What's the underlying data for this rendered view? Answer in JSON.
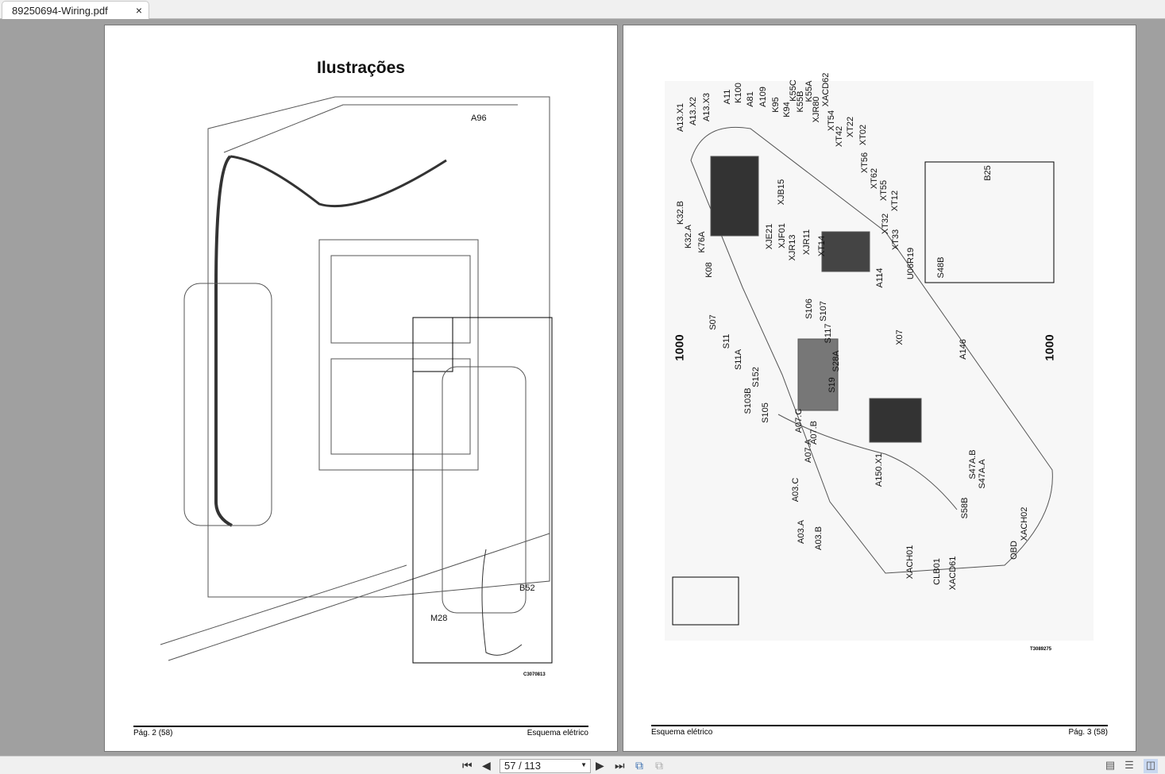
{
  "tab": {
    "title": "89250694-Wiring.pdf",
    "close_icon": "×"
  },
  "left_page": {
    "title": "Ilustrações",
    "callouts": [
      "A96",
      "B52",
      "M28"
    ],
    "image_code": "C3070813",
    "footer_left": "Pág. 2 (58)",
    "footer_right": "Esquema elétrico"
  },
  "right_page": {
    "labels": [
      "A13.X1",
      "A13.X2",
      "A13.X3",
      "A11",
      "K100",
      "A81",
      "A109",
      "K95",
      "K94",
      "K55B",
      "K55C",
      "K55A",
      "XJR80",
      "XACD62",
      "XT54",
      "XT42",
      "XT22",
      "XT02",
      "XT56",
      "XT62",
      "XT55",
      "XT12",
      "XT32",
      "XT33",
      "U06R19",
      "A114",
      "XT14",
      "XJR11",
      "XJR13",
      "XJF01",
      "XJE21",
      "XJB15",
      "K32.B",
      "K32.A",
      "K76A",
      "K08",
      "S07",
      "S11",
      "S11A",
      "S152",
      "S103B",
      "S105",
      "S106",
      "S107",
      "S117",
      "S28A",
      "S19",
      "X07",
      "A146",
      "A07.C",
      "A07.B",
      "A07.A",
      "A03.C",
      "A03.A",
      "A03.B",
      "A150.X1",
      "S47A.B",
      "S47A.A",
      "S58B",
      "XACH02",
      "OBD",
      "XACH01",
      "CLB01",
      "XACD61",
      "B25",
      "S48B"
    ],
    "marker_left": "1000",
    "marker_right": "1000",
    "image_code": "T3089275",
    "footer_left": "Esquema elétrico",
    "footer_right": "Pág. 3 (58)"
  },
  "toolbar": {
    "page_value": "57 / 113",
    "first": "first-page-icon",
    "prev": "prev-page-icon",
    "next": "next-page-icon",
    "last": "last-page-icon",
    "view_modes": [
      "single-page",
      "continuous",
      "two-page"
    ],
    "active_view": "two-page"
  }
}
